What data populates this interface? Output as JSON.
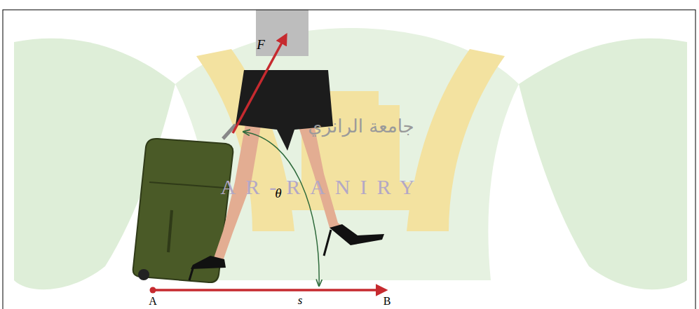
{
  "diagram": {
    "labels": [
      "F",
      "θ",
      "جامعة الرانري",
      "AR-RANIRY",
      "A",
      "s",
      "B"
    ]
  }
}
